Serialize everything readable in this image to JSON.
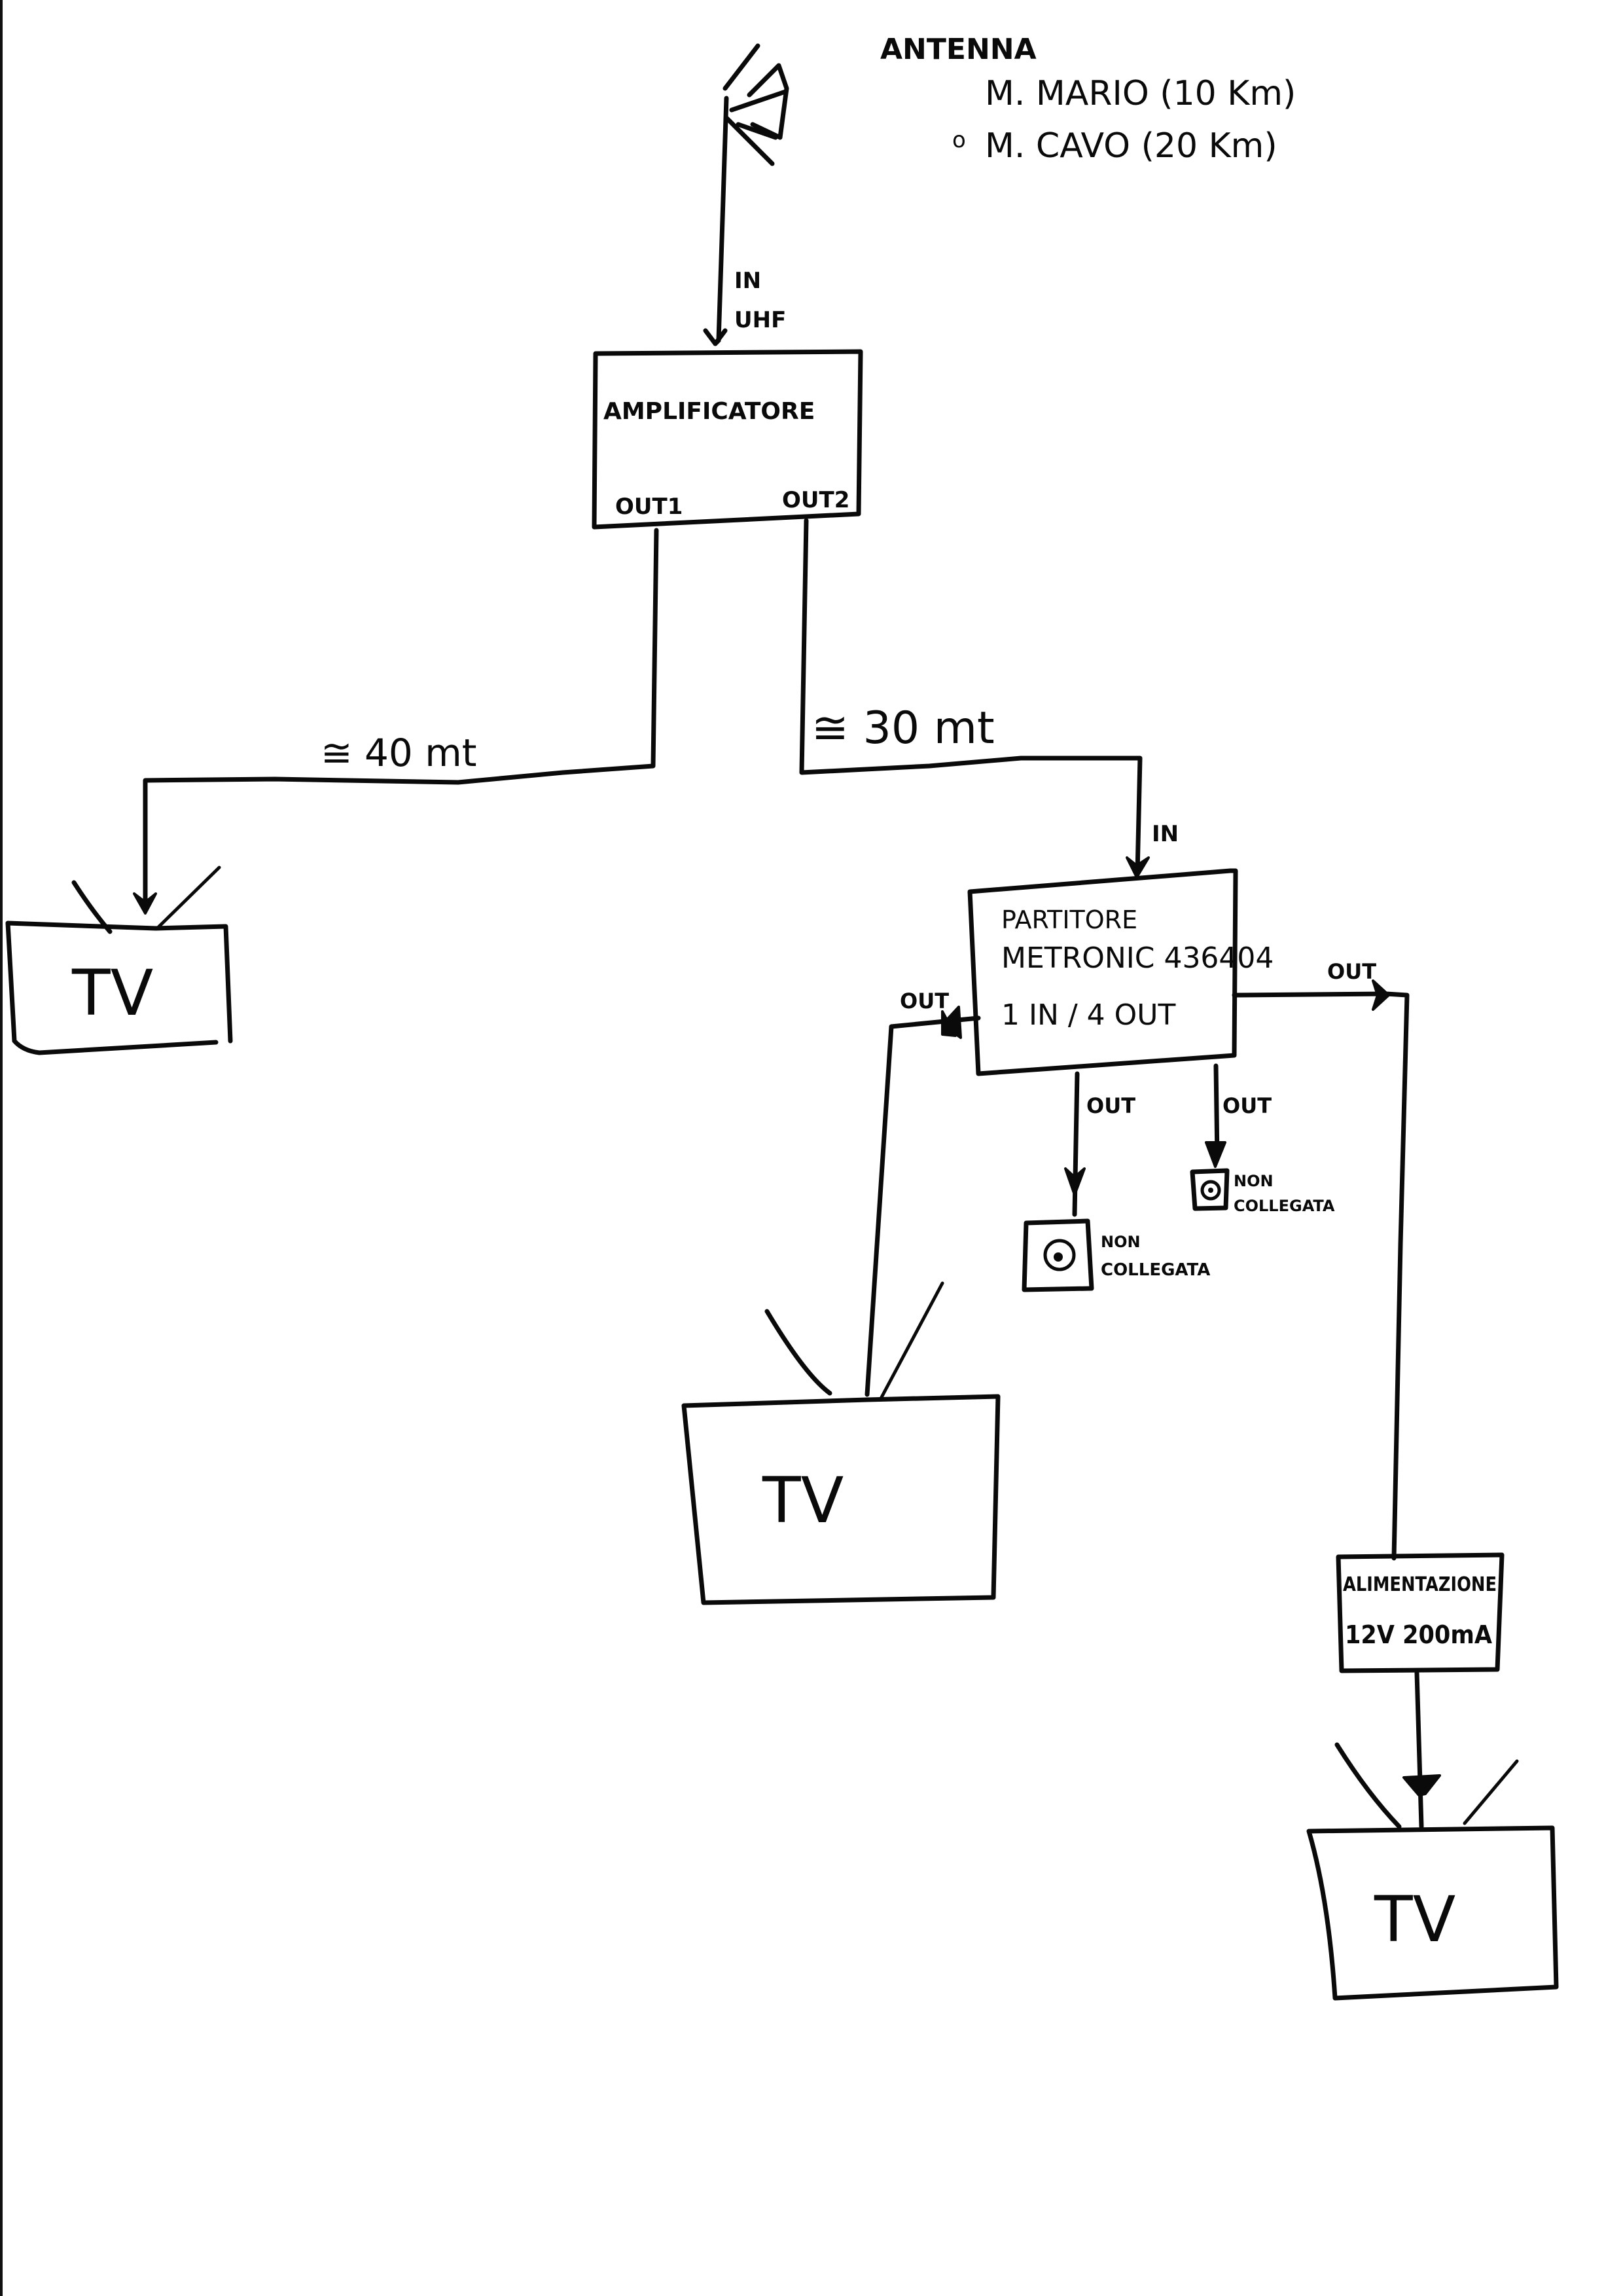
{
  "antenna": {
    "title": "ANTENNA",
    "source_1": "M. MARIO (10 Km)",
    "source_or": "o",
    "source_2": "M. CAVO (20 Km)",
    "input_label_1": "IN",
    "input_label_2": "UHF"
  },
  "amplifier": {
    "title": "AMPLIFICATORE",
    "out1": "OUT1",
    "out2": "OUT2"
  },
  "cables": {
    "to_tv1": "≅ 40 mt",
    "to_splitter": "≅ 30 mt"
  },
  "splitter": {
    "input_label": "IN",
    "line1": "PARTITORE",
    "line2": "METRONIC 436404",
    "line3": "1 IN / 4 OUT",
    "out_left": "OUT",
    "out_right": "OUT",
    "out_bottom_1": "OUT",
    "out_bottom_2": "OUT"
  },
  "terminals": [
    {
      "line1": "NON",
      "line2": "COLLEGATA"
    },
    {
      "line1": "NON",
      "line2": "COLLEGATA"
    }
  ],
  "power_supply": {
    "line1": "ALIMENTAZIONE",
    "line2": "12V 200mA"
  },
  "tvs": [
    {
      "label": "TV"
    },
    {
      "label": "TV"
    },
    {
      "label": "TV"
    }
  ]
}
